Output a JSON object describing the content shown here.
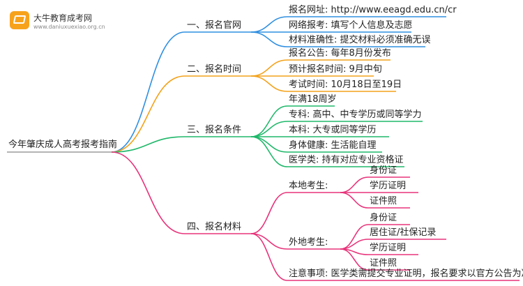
{
  "logo": {
    "title": "大牛教育成考网",
    "subtitle": "www.daniuxuexiao.org.cn"
  },
  "root": {
    "label": "今年肇庆成人高考报考指南"
  },
  "branches": [
    {
      "label": "一、报名官网",
      "color": "#2f8fe0",
      "items": [
        {
          "label": "报名网址: http://www.eeagd.edu.cn/cr"
        },
        {
          "label": "网络报考: 填写个人信息及志愿"
        },
        {
          "label": "材料准确性: 提交材料必须准确无误"
        }
      ]
    },
    {
      "label": "二、报名时间",
      "color": "#f3a21a",
      "items": [
        {
          "label": "报名公告: 每年8月份发布"
        },
        {
          "label": "预计报名时间: 9月中旬"
        },
        {
          "label": "考试时间: 10月18日至19日"
        }
      ]
    },
    {
      "label": "三、报名条件",
      "color": "#1fb86a",
      "items": [
        {
          "label": "年满18周岁"
        },
        {
          "label": "专科: 高中、中专学历或同等学力"
        },
        {
          "label": "本科: 大专或同等学历"
        },
        {
          "label": "身体健康: 生活能自理"
        },
        {
          "label": "医学类: 持有对应专业资格证"
        }
      ]
    },
    {
      "label": "四、报名材料",
      "color": "#e8337a",
      "items": [
        {
          "label": "本地考生:",
          "children": [
            "身份证",
            "学历证明",
            "证件照"
          ]
        },
        {
          "label": "外地考生:",
          "children": [
            "身份证",
            "居住证/社保记录",
            "学历证明",
            "证件照"
          ]
        },
        {
          "label": "注意事项: 医学类需提交专业证明，报名要求以官方公告为准."
        }
      ]
    }
  ]
}
